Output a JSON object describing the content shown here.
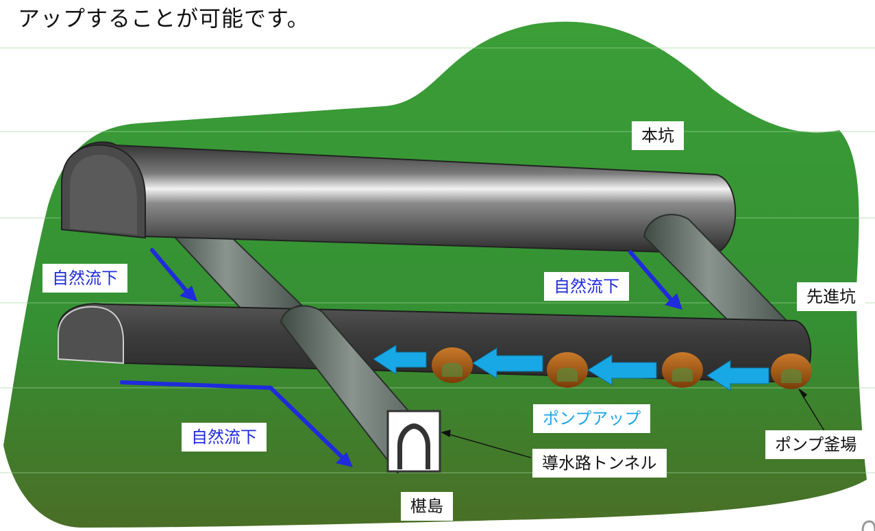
{
  "heading": "アップすることが可能です。",
  "labels": {
    "main_tunnel": "本坑",
    "pilot_tunnel": "先進坑",
    "natural_flow_left": "自然流下",
    "natural_flow_right": "自然流下",
    "natural_flow_bottom": "自然流下",
    "pump_up": "ポンプアップ",
    "pump_pit": "ポンプ釜場",
    "headrace_tunnel": "導水路トンネル",
    "location": "椹島"
  },
  "colors": {
    "ground_green": "#3a9a36",
    "ground_dark": "#2e6e24",
    "tunnel_dark": "#3c3c3c",
    "pipe_gray": "#5f6b66",
    "flow_arrow_blue": "#1f2bdc",
    "pump_arrow_cyan": "#19a8e6",
    "pump_brown": "#a85a14",
    "label_blue": "#1f2bdc",
    "label_cyan": "#1aa6e6"
  }
}
